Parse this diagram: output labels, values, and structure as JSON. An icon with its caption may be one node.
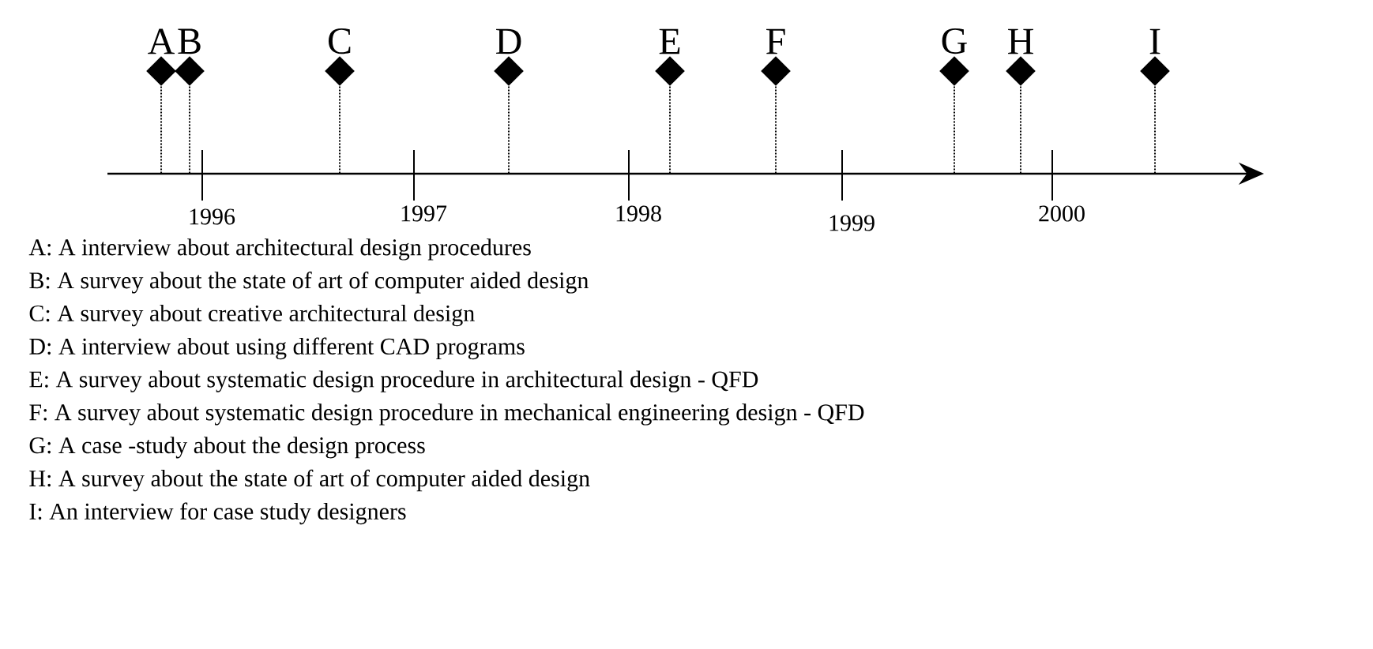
{
  "diagram": {
    "nodes": [
      {
        "text": [
          "A"
        ]
      },
      {
        "text": [
          "B"
        ]
      },
      {
        "text": [
          "C"
        ]
      },
      {
        "text": [
          "D"
        ]
      },
      {
        "text": [
          "E"
        ]
      },
      {
        "text": [
          "F"
        ]
      },
      {
        "text": [
          "G"
        ]
      },
      {
        "text": [
          "H"
        ]
      },
      {
        "text": [
          "I"
        ]
      }
    ],
    "edges": [
      {
        "from": 0,
        "to": null,
        "arrow": "none",
        "style": "dashed"
      },
      {
        "from": 1,
        "to": null,
        "arrow": "none",
        "style": "dashed"
      },
      {
        "from": 2,
        "to": null,
        "arrow": "none",
        "style": "dashed"
      },
      {
        "from": 3,
        "to": null,
        "arrow": "none",
        "style": "dashed"
      },
      {
        "from": 4,
        "to": null,
        "arrow": "none",
        "style": "dashed"
      },
      {
        "from": 5,
        "to": null,
        "arrow": "none",
        "style": "dashed"
      },
      {
        "from": 6,
        "to": null,
        "arrow": "none",
        "style": "dashed"
      },
      {
        "from": 7,
        "to": null,
        "arrow": "none",
        "style": "dashed"
      },
      {
        "from": 8,
        "to": null,
        "arrow": "none",
        "style": "dashed"
      }
    ],
    "labels": [
      "1996",
      "1997",
      "1998",
      "1999",
      "2000",
      "A: A interview about architectural design procedures",
      "B: A survey about the state of art of computer aided design",
      "C: A survey about creative architectural design",
      "D: A interview about using different CAD programs",
      "E: A survey about systematic design procedure in architectural design - QFD",
      "F: A survey about systematic design procedure in mechanical engineering design - QFD",
      "G: A case -study about the design process",
      "H: A survey about the state of art of computer aided design",
      "I: An interview for case study designers"
    ]
  }
}
